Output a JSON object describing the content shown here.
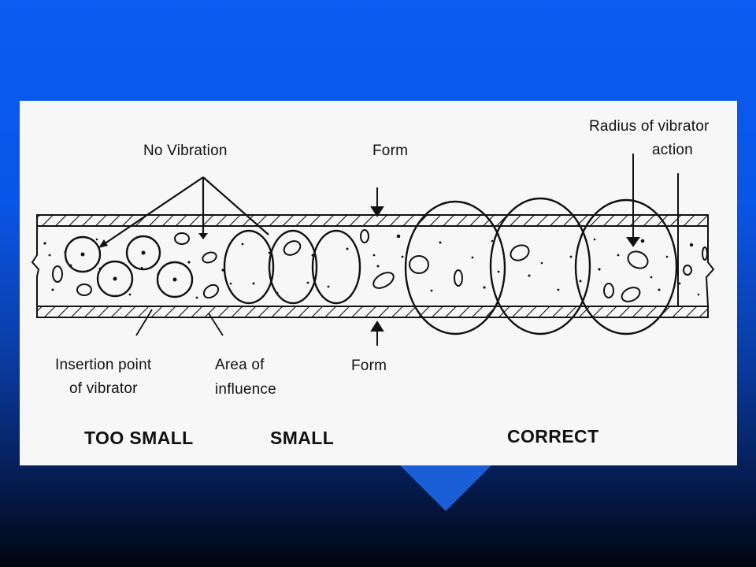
{
  "labels": {
    "no_vibration": "No Vibration",
    "form_top": "Form",
    "form_bottom": "Form",
    "radius_line1": "Radius of vibrator",
    "radius_line2": "action",
    "insertion_line1": "Insertion point",
    "insertion_line2": "of vibrator",
    "area_line1": "Area of",
    "area_line2": "influence"
  },
  "captions": {
    "too_small": "TOO SMALL",
    "small": "SMALL",
    "correct": "CORRECT"
  },
  "colors": {
    "background_top": "#0a5cf2",
    "background_bottom": "#010510",
    "panel": "#f7f7f7",
    "ink": "#111111",
    "pointer": "#1a5fd6"
  }
}
